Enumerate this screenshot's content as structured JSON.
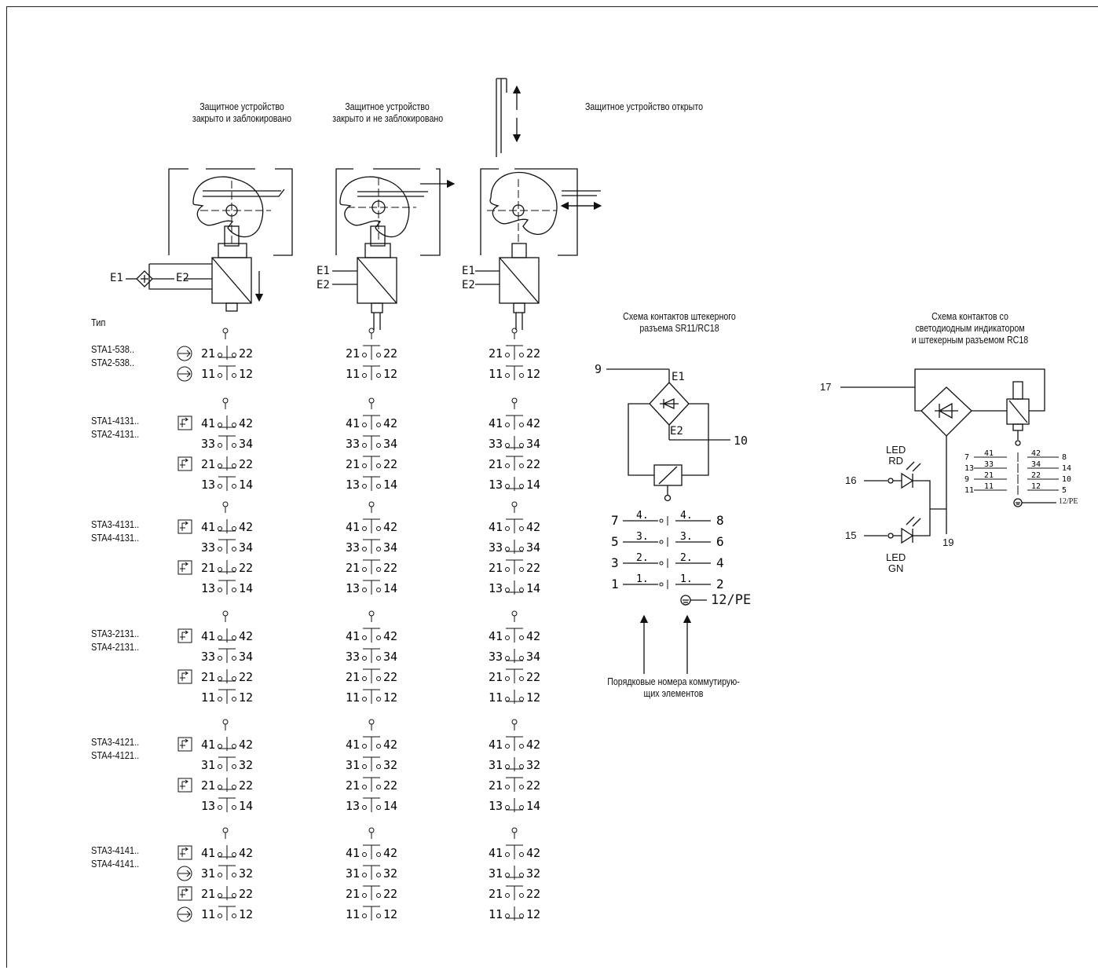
{
  "headers": {
    "col1": [
      "Защитное устройство",
      "закрыто и заблокировано"
    ],
    "col2": [
      "Защитное устройство",
      "закрыто и не заблокировано"
    ],
    "col3": "Защитное устройство открыто",
    "plug_title": [
      "Схема контактов штекерного",
      "разъема SR11/RC18"
    ],
    "led_title": [
      "Схема контактов со",
      "светодиодным индикатором",
      "и штекерным разъемом RC18"
    ],
    "footnote": [
      "Порядковые номера коммутирую-",
      "щих элементов"
    ]
  },
  "type_label": "Тип",
  "supply_labels": {
    "e1": "E1",
    "e2": "E2"
  },
  "groups": [
    {
      "models": [
        "STA1-538..",
        "STA2-538.."
      ],
      "rows": [
        {
          "icon": "arrow-circle-icon",
          "a": "21",
          "b": "22"
        },
        {
          "icon": "arrow-circle-icon",
          "a": "11",
          "b": "12"
        }
      ]
    },
    {
      "models": [
        "STA1-4131..",
        "STA2-4131.."
      ],
      "rows": [
        {
          "icon": "actuator-box-icon",
          "a": "41",
          "b": "42"
        },
        {
          "icon": "",
          "a": "33",
          "b": "34"
        },
        {
          "icon": "actuator-box-icon",
          "a": "21",
          "b": "22"
        },
        {
          "icon": "",
          "a": "13",
          "b": "14"
        }
      ]
    },
    {
      "models": [
        "STA3-4131..",
        "STA4-4131.."
      ],
      "rows": [
        {
          "icon": "actuator-box-icon",
          "a": "41",
          "b": "42"
        },
        {
          "icon": "",
          "a": "33",
          "b": "34"
        },
        {
          "icon": "actuator-box-icon",
          "a": "21",
          "b": "22"
        },
        {
          "icon": "",
          "a": "13",
          "b": "14"
        }
      ]
    },
    {
      "models": [
        "STA3-2131..",
        "STA4-2131.."
      ],
      "rows": [
        {
          "icon": "actuator-box-icon",
          "a": "41",
          "b": "42"
        },
        {
          "icon": "",
          "a": "33",
          "b": "34"
        },
        {
          "icon": "actuator-box-icon",
          "a": "21",
          "b": "22"
        },
        {
          "icon": "",
          "a": "11",
          "b": "12"
        }
      ]
    },
    {
      "models": [
        "STA3-4121..",
        "STA4-4121.."
      ],
      "rows": [
        {
          "icon": "actuator-box-icon",
          "a": "41",
          "b": "42"
        },
        {
          "icon": "",
          "a": "31",
          "b": "32"
        },
        {
          "icon": "actuator-box-icon",
          "a": "21",
          "b": "22"
        },
        {
          "icon": "",
          "a": "13",
          "b": "14"
        }
      ]
    },
    {
      "models": [
        "STA3-4141..",
        "STA4-4141.."
      ],
      "rows": [
        {
          "icon": "actuator-box-icon",
          "a": "41",
          "b": "42"
        },
        {
          "icon": "arrow-circle-icon",
          "a": "31",
          "b": "32"
        },
        {
          "icon": "actuator-box-icon",
          "a": "21",
          "b": "22"
        },
        {
          "icon": "arrow-circle-icon",
          "a": "11",
          "b": "12"
        }
      ]
    }
  ],
  "plug": {
    "terminal_top": "9",
    "terminal_right": "10",
    "bridge_e1": "E1",
    "bridge_e2": "E2",
    "contacts": [
      {
        "left": "7",
        "ln": "4.",
        "rn": "4.",
        "right": "8"
      },
      {
        "left": "5",
        "ln": "3.",
        "rn": "3.",
        "right": "6"
      },
      {
        "left": "3",
        "ln": "2.",
        "rn": "2.",
        "right": "4"
      },
      {
        "left": "1",
        "ln": "1.",
        "rn": "1.",
        "right": "2"
      }
    ],
    "pe": "12/PE"
  },
  "led_scheme": {
    "t17": "17",
    "t16": "16",
    "t15": "15",
    "t19": "19",
    "led_rd": [
      "LED",
      "RD"
    ],
    "led_gn": [
      "LED",
      "GN"
    ],
    "contacts": [
      {
        "l": "7",
        "a": "41",
        "b": "42",
        "r": "8"
      },
      {
        "l": "13",
        "a": "33",
        "b": "34",
        "r": "14"
      },
      {
        "l": "9",
        "a": "21",
        "b": "22",
        "r": "10"
      },
      {
        "l": "11",
        "a": "11",
        "b": "12",
        "r": "5"
      }
    ],
    "pe": "12/PE"
  }
}
